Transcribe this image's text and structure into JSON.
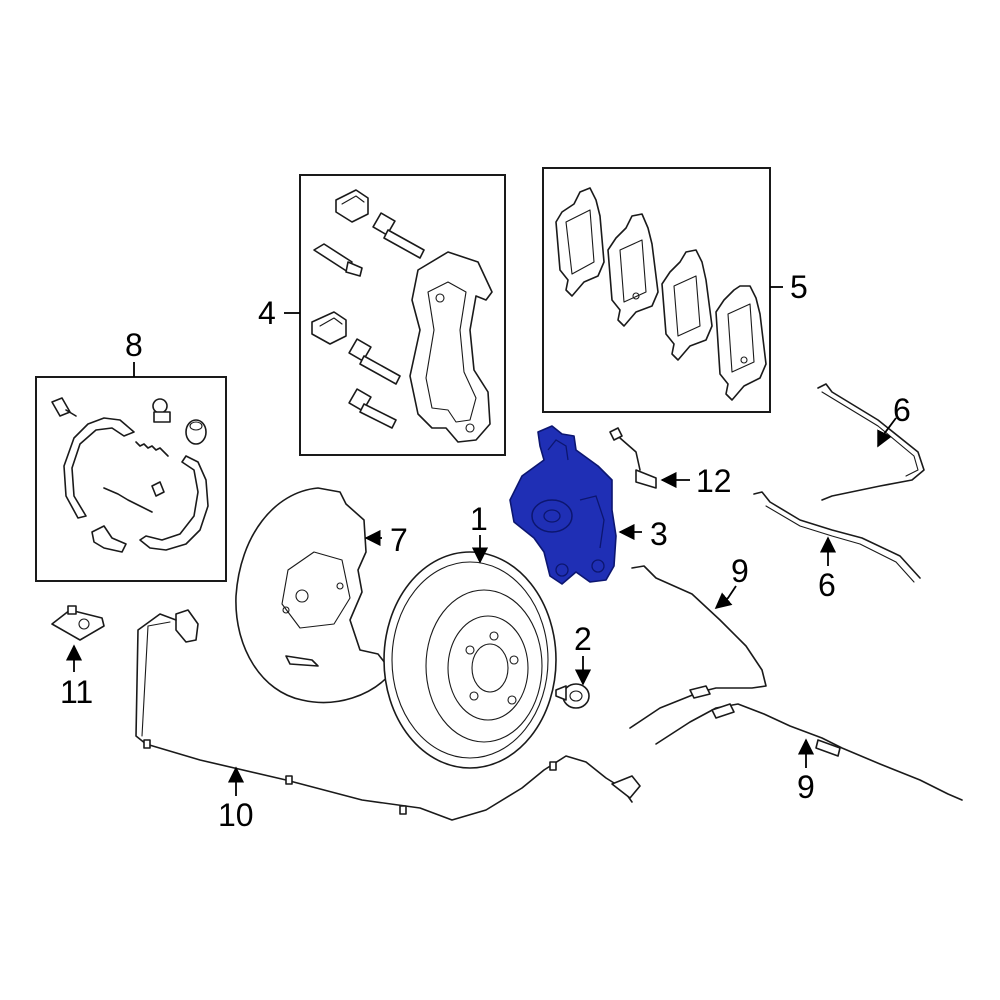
{
  "colors": {
    "highlight": "#1f2fb5",
    "highlight_dark": "#0c1670",
    "line": "#1a1a1a",
    "background": "#ffffff"
  },
  "callouts": {
    "rotor": "1",
    "rotor_bolt": "2",
    "caliper": "3",
    "caliper_kit": "4",
    "pad_set": "5",
    "sensor_upper": "6",
    "sensor_lower": "6",
    "dust_shield": "7",
    "parking_shoe_kit": "8",
    "cable_upper": "9",
    "cable_lower": "9",
    "speed_sensor_harness": "10",
    "bracket": "11",
    "wear_sensor": "12"
  },
  "highlighted_part": "3"
}
